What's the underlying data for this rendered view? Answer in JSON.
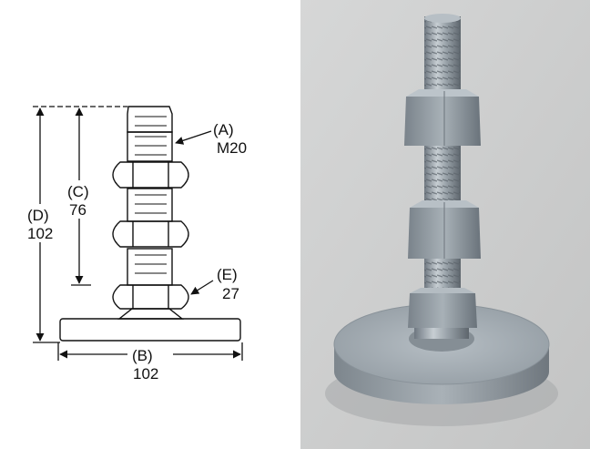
{
  "labels": {
    "a_letter": "(A)",
    "a_value": "M20",
    "c_letter": "(C)",
    "c_value": "76",
    "d_letter": "(D)",
    "d_value": "102",
    "e_letter": "(E)",
    "e_value": "27",
    "b_letter": "(B)",
    "b_value": "102"
  },
  "colors": {
    "line": "#111111",
    "photo_bg": "#d0d1d1",
    "metal": "#a9b2b8",
    "metal_dark": "#6f7880"
  }
}
